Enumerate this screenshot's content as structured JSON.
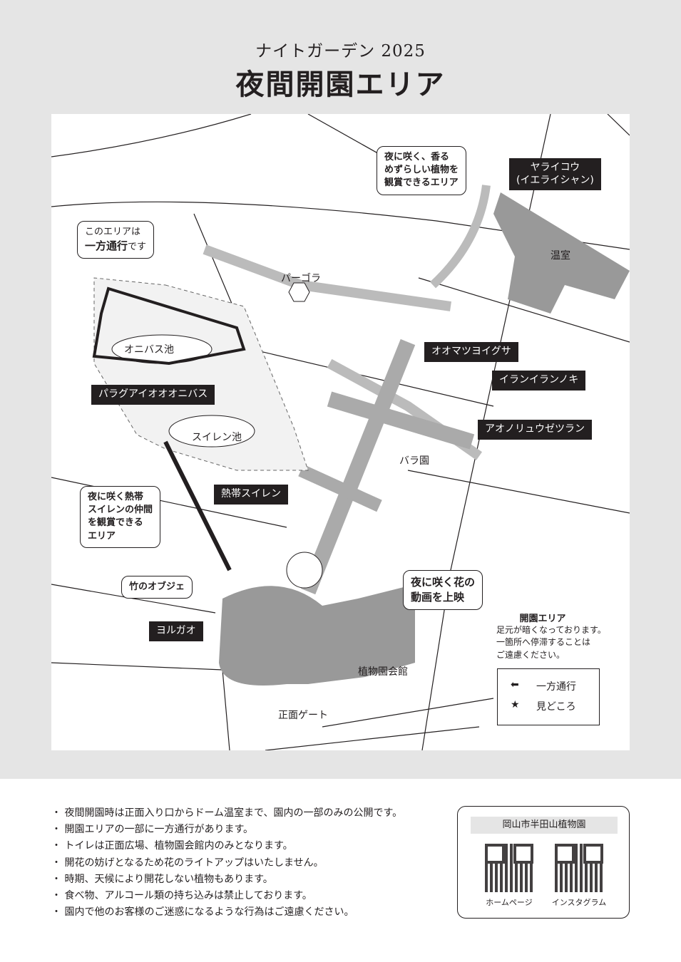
{
  "header": {
    "subtitle": "ナイトガーデン 2025",
    "title": "夜間開園エリア"
  },
  "map": {
    "places": {
      "pergola": "パーゴラ",
      "onibasu_pond": "オニバス池",
      "suiren_pond": "スイレン池",
      "rose_garden": "バラ園",
      "greenhouse": "温室",
      "kaikan": "植物園会館",
      "main_gate": "正面ゲート"
    },
    "highlights": [
      "ヤライコウ\n(イエライシャン)",
      "オオマツヨイグサ",
      "イランイランノキ",
      "アオノリュウゼツラン",
      "パラグアイオオオニバス",
      "熱帯スイレン",
      "竹のオブジェ",
      "ヨルガオ"
    ],
    "bubbles": {
      "night_plants": "夜に咲く、香る\nめずらしい植物を\n観賞できるエリア",
      "one_way_a": "このエリアは",
      "one_way_b": "一方通行",
      "one_way_c": "です",
      "tropical": "夜に咲く熱帯\nスイレンの仲間\nを観賞できる\nエリア",
      "video": "夜に咲く花の\n動画を上映"
    },
    "info": {
      "title": "開園エリア",
      "text": "足元が暗くなっております。\n一箇所へ停滞することは\nご遠慮ください。"
    },
    "legend": {
      "one_way": "一方通行",
      "highlight": "見どころ"
    }
  },
  "notes": [
    "夜間開園時は正面入り口からドーム温室まで、園内の一部のみの公開です。",
    "開園エリアの一部に一方通行があります。",
    "トイレは正面広場、植物園会館内のみとなります。",
    "開花の妨げとなるため花のライトアップはいたしません。",
    "時期、天候により開花しない植物もあります。",
    "食べ物、アルコール類の持ち込みは禁止しております。",
    "園内で他のお客様のご迷惑になるような行為はご遠慮ください。"
  ],
  "qr": {
    "org": "岡山市半田山植物園",
    "homepage": "ホームページ",
    "instagram": "インスタグラム"
  }
}
